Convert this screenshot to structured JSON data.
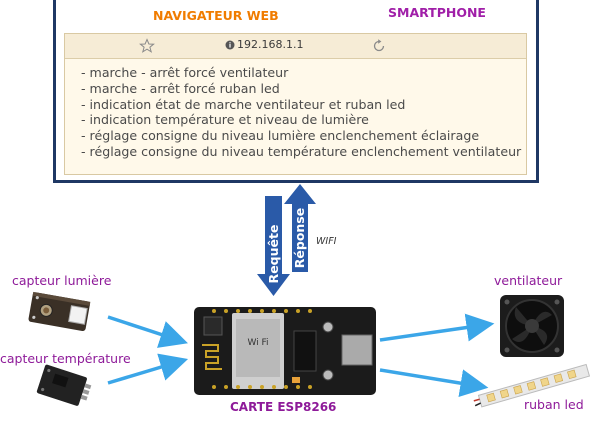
{
  "browser": {
    "title": "NAVIGATEUR WEB",
    "device": "SMARTPHONE",
    "address": "192.168.1.1",
    "items": [
      "- marche - arrêt forcé ventilateur",
      "- marche - arrêt forcé ruban led",
      "- indication état de marche ventilateur et ruban led",
      "- indication température et niveau de lumière",
      "- réglage consigne du niveau lumière enclenchement éclairage",
      "- réglage consigne du niveau température enclenchement ventilateur"
    ]
  },
  "link": {
    "request": "Requête",
    "response": "Réponse",
    "protocol": "WIFI"
  },
  "components": {
    "light_sensor": "capteur lumière",
    "temp_sensor": "capteur température",
    "fan": "ventilateur",
    "led_strip": "ruban led",
    "board": "CARTE ESP8266"
  },
  "colors": {
    "frame": "#1f3864",
    "nav_title": "#f07c00",
    "device_title": "#a01fa8",
    "arrows": "#2a5aa8",
    "signal_arrows": "#3ba6e8",
    "labels": "#8e1a99"
  },
  "icons": [
    "star-icon",
    "info-icon",
    "reload-icon"
  ]
}
